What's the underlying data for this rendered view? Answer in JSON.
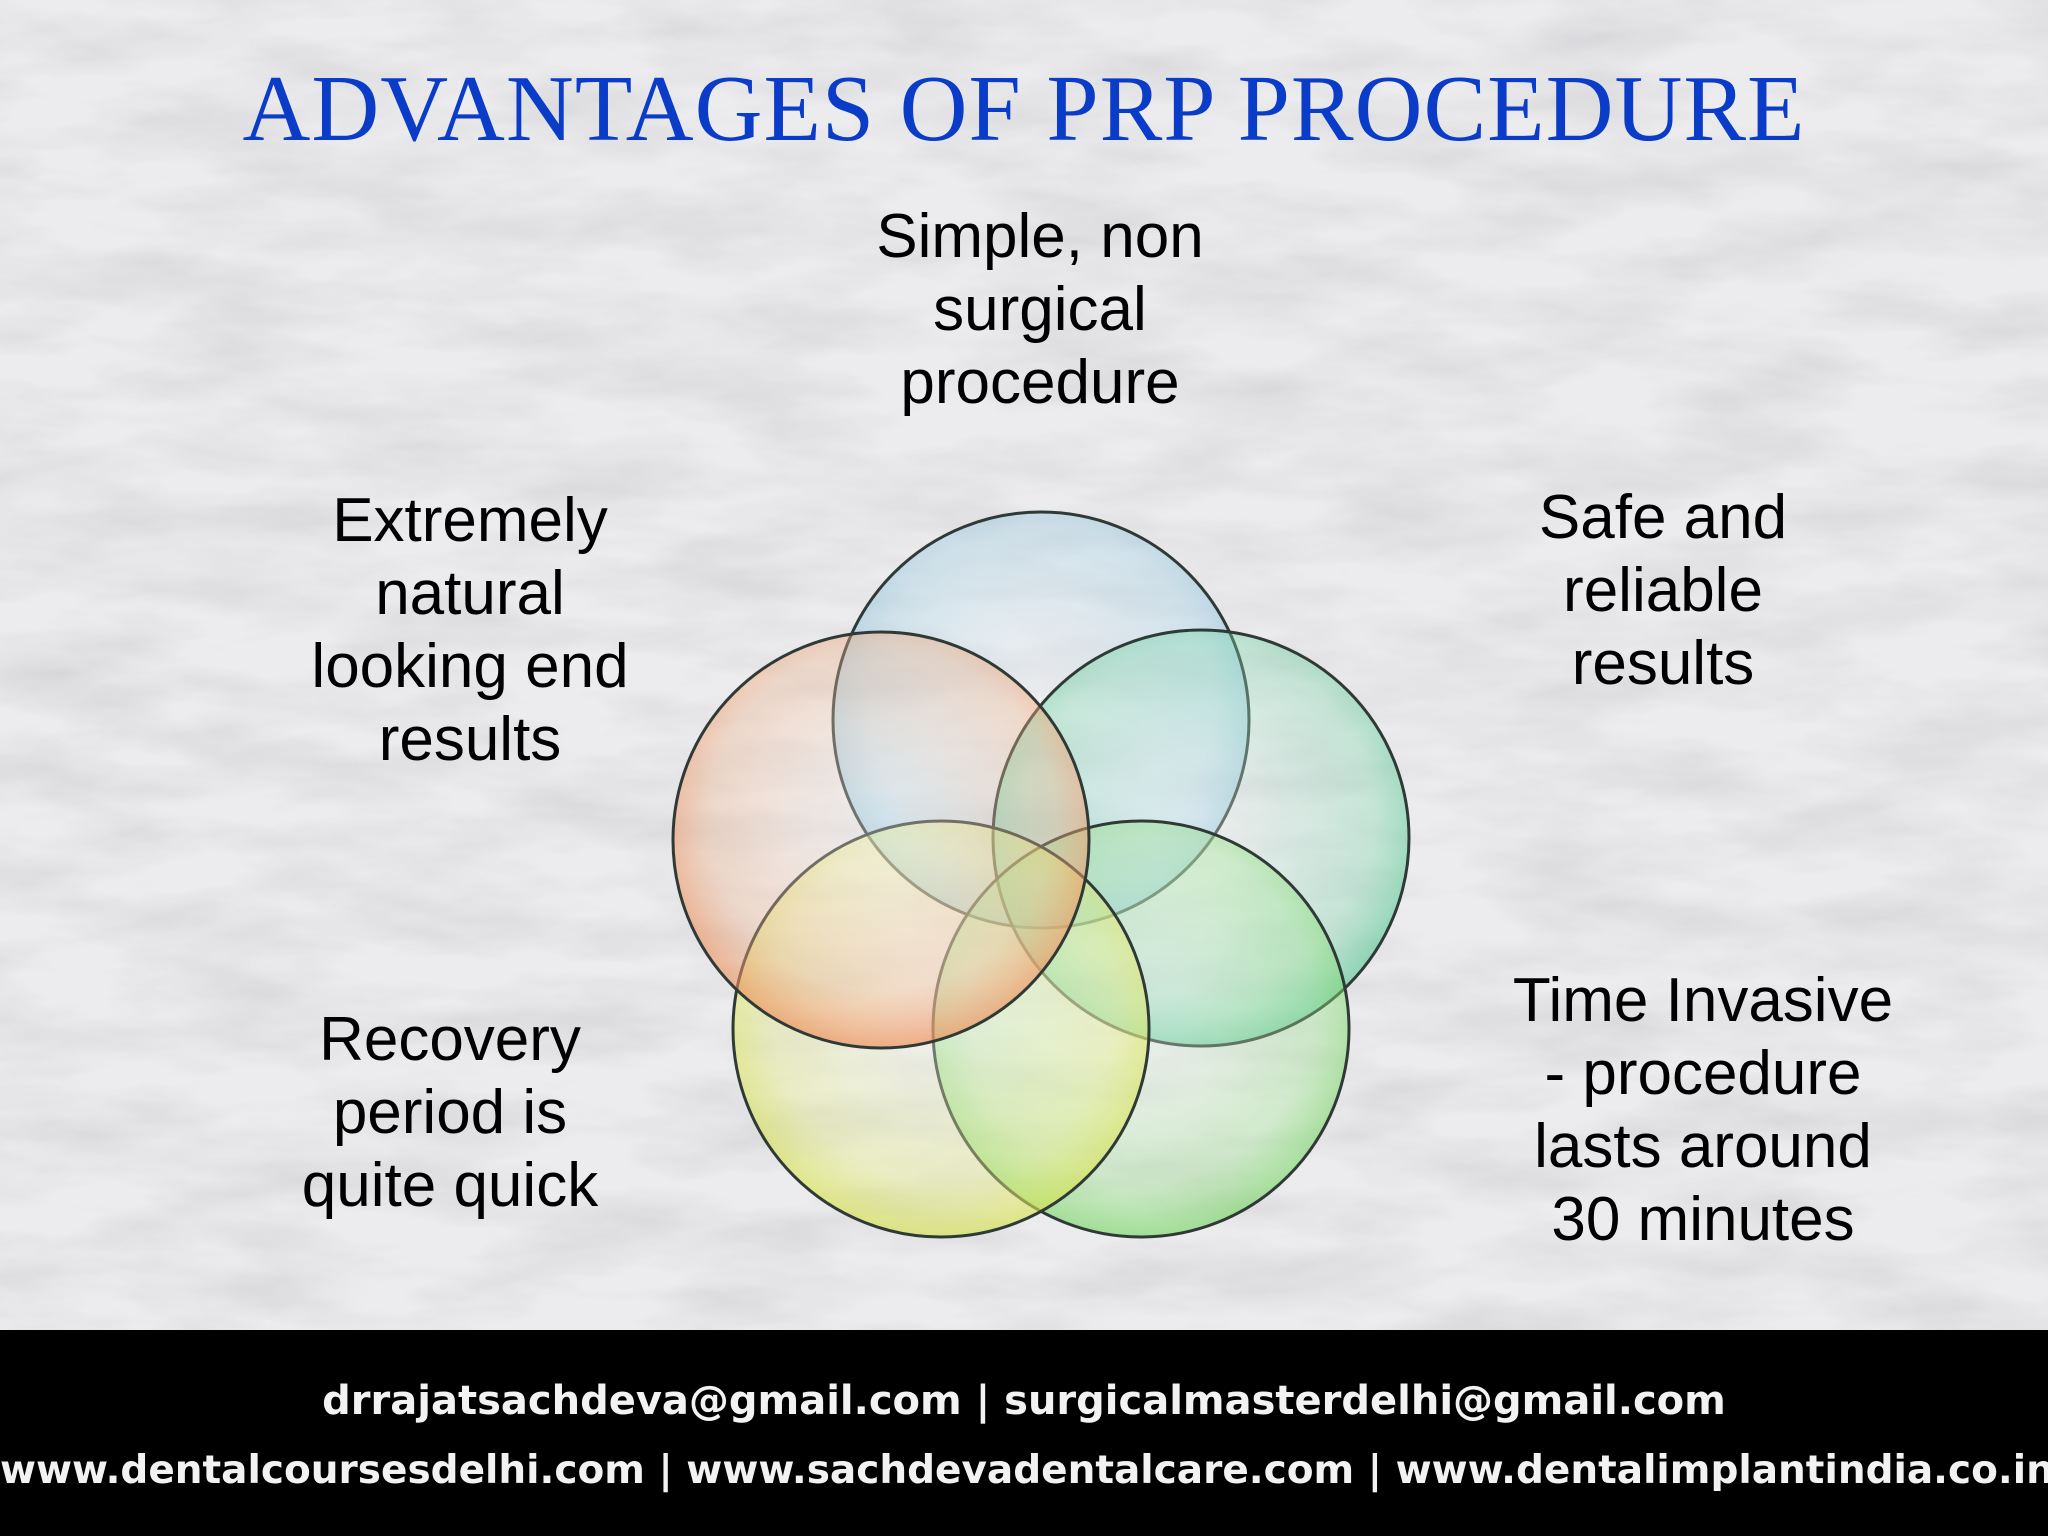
{
  "title": "ADVANTAGES OF PRP PROCEDURE",
  "labels": {
    "top": "Simple, non\nsurgical\nprocedure",
    "upper_left": "Extremely\nnatural\nlooking end\nresults",
    "upper_right": "Safe and\nreliable\nresults",
    "lower_left": "Recovery\nperiod is\nquite quick",
    "lower_right": "Time Invasive\n- procedure\nlasts around\n30 minutes"
  },
  "circle_colors": {
    "top": "#9fd0e6",
    "left": "#f3a776",
    "right": "#6fd3a3",
    "bottom_left": "#e3ea7a",
    "bottom_right": "#8fe07a"
  },
  "colors": {
    "title": "#0a3cc8",
    "footer_bg": "#000000"
  },
  "footer": {
    "line1": "drrajatsachdeva@gmail.com | surgicalmasterdelhi@gmail.com",
    "line2": "www.dentalcoursesdelhi.com | www.sachdevadentalcare.com | www.dentalimplantindia.co.in"
  }
}
